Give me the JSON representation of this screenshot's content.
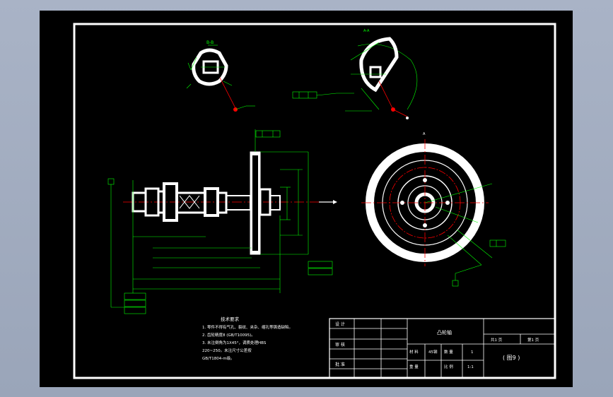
{
  "section_label_top_left": "B-B",
  "section_label_top_right": "A-A",
  "section_label_right_view": "A",
  "tech_requirements": {
    "title": "技术要求",
    "lines": [
      "1. 零件不得有气孔、裂纹、夹杂、缩孔等铸造缺陷。",
      "2. 齿轮精度8 (GB/T10095)。",
      "3. 未注倒角为1X45°，调质处理HBS",
      "   220~250。未注尺寸公差按",
      "   GB/T1804-m级。"
    ]
  },
  "title_block": {
    "design_label": "设 计",
    "check_label": "审 核",
    "approve_label": "批 准",
    "part_name": "凸轮轴",
    "material_label": "材 料",
    "material_value": "45钢",
    "quantity_label": "数 量",
    "quantity_value": "1",
    "weight_label": "重 量",
    "scale_label": "比 例",
    "scale_value": "1:1",
    "sheet_total": "共1 页",
    "sheet_no": "第1 页",
    "drawing_no": "( 图9 )"
  },
  "colors": {
    "background": "#000000",
    "border": "#ffffff",
    "dimension": "#00ff00",
    "center_line": "#ff0000",
    "part_outline": "#ffffff"
  }
}
